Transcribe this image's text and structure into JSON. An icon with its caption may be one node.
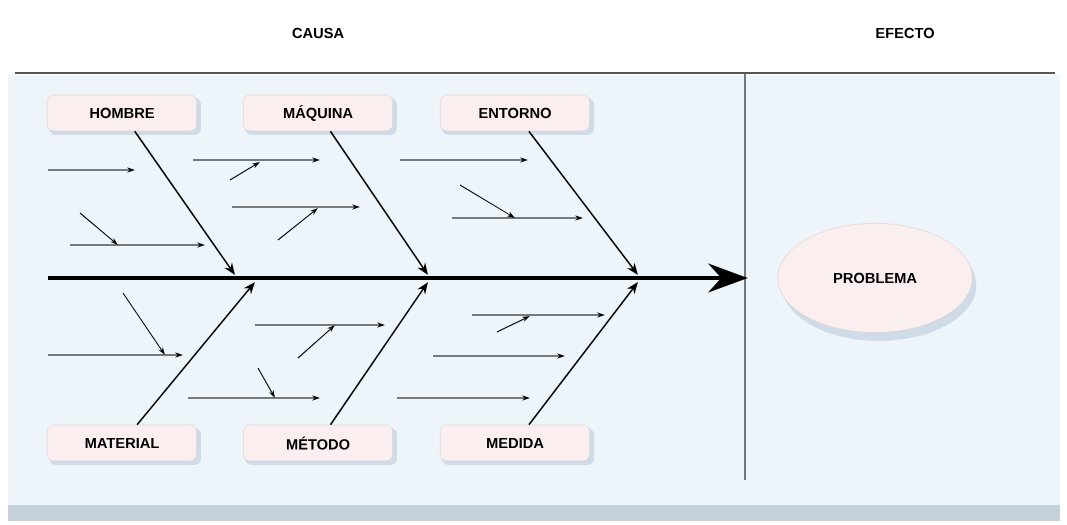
{
  "diagram": {
    "nodes": [
      {
        "text": [
          "HOMBRE"
        ]
      },
      {
        "text": [
          "MÁQUINA"
        ]
      },
      {
        "text": [
          "ENTORNO"
        ]
      },
      {
        "text": [
          "MATERIAL"
        ]
      },
      {
        "text": [
          "MÉTODO"
        ]
      },
      {
        "text": [
          "MEDIDA"
        ]
      },
      {
        "text": [
          "PROBLEMA"
        ]
      }
    ],
    "edges": [
      {
        "from": 0,
        "to": null,
        "arrow": "to"
      },
      {
        "from": 1,
        "to": null,
        "arrow": "to"
      },
      {
        "from": 2,
        "to": null,
        "arrow": "to"
      },
      {
        "from": 3,
        "to": null,
        "arrow": "to"
      },
      {
        "from": 4,
        "to": null,
        "arrow": "to"
      },
      {
        "from": 5,
        "to": null,
        "arrow": "to"
      },
      {
        "from": null,
        "to": 6,
        "arrow": "to",
        "style": "thick"
      }
    ],
    "labels": [
      "CAUSA",
      "EFECTO"
    ]
  }
}
